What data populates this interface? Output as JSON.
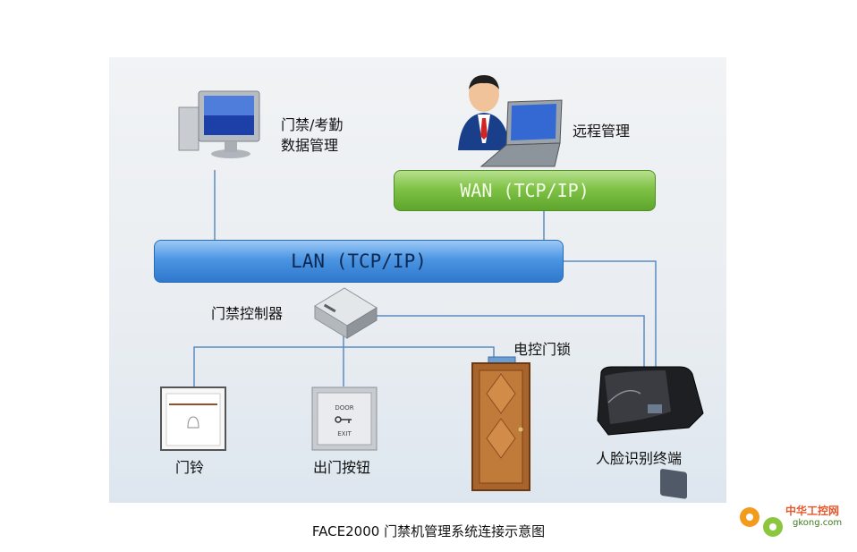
{
  "nodes": {
    "data_mgmt": "门禁/考勤\n数据管理",
    "remote_mgmt": "远程管理",
    "controller": "门禁控制器",
    "electric_lock": "电控门锁",
    "doorbell": "门铃",
    "exit_button": "出门按钮",
    "face_terminal": "人脸识别终端"
  },
  "buses": {
    "lan": "LAN (TCP/IP)",
    "wan": "WAN (TCP/IP)"
  },
  "exit_button_face": {
    "line1": "DOOR",
    "line2": "EXIT"
  },
  "caption": "FACE2000 门禁机管理系统连接示意图",
  "watermark": {
    "name": "中华工控网",
    "url": "gkong.com"
  },
  "colors": {
    "lan": "#3a86d8",
    "wan": "#72b83c",
    "line": "#4a7fb5",
    "door": "#a8642a"
  }
}
